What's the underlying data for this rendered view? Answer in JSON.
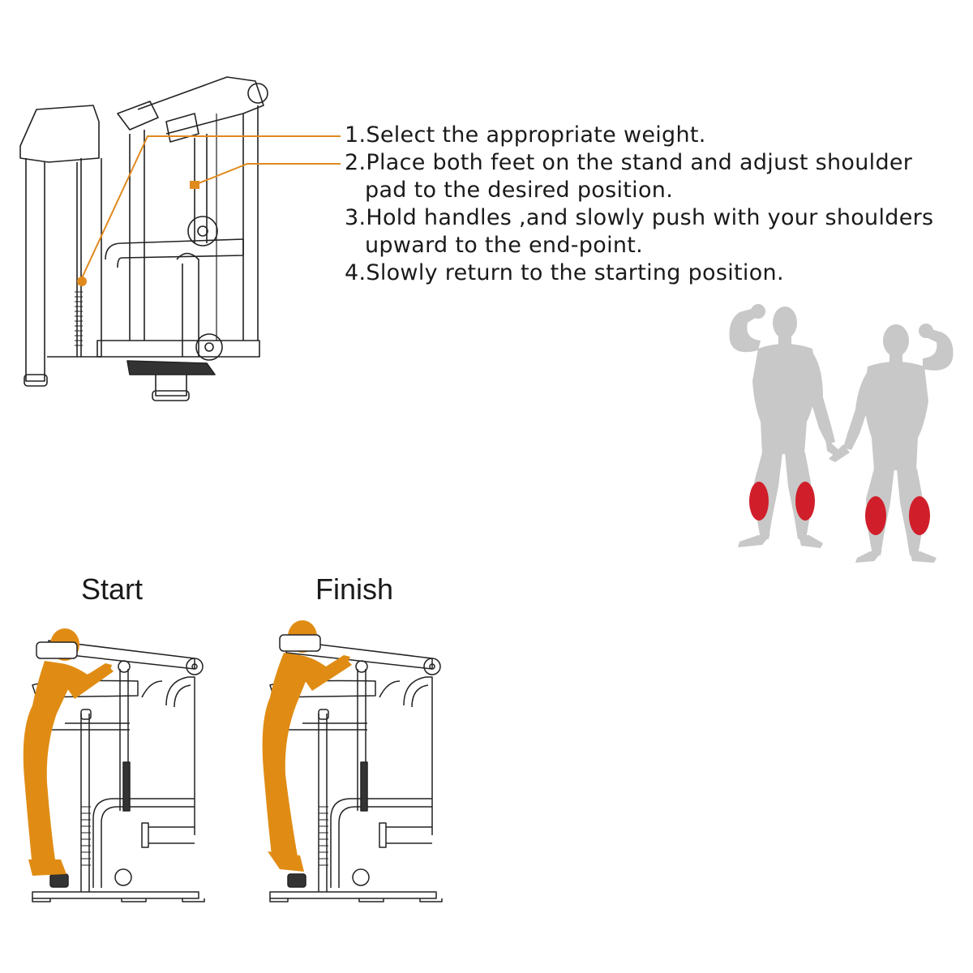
{
  "instructions": {
    "steps": [
      {
        "num": "1.",
        "line1": "Select the appropriate weight.",
        "line2": ""
      },
      {
        "num": "2.",
        "line1": "Place both feet on the stand and adjust shoulder",
        "line2": "pad to the desired position."
      },
      {
        "num": "3.",
        "line1": "Hold handles ,and slowly push with your shoulders",
        "line2": "upward to the end-point."
      },
      {
        "num": "4.",
        "line1": "Slowly return to the starting position.",
        "line2": ""
      }
    ]
  },
  "positions": {
    "start_label": "Start",
    "finish_label": "Finish"
  },
  "colors": {
    "callout": "#e08a1e",
    "figure": "#e08c14",
    "muscle_highlight": "#d01f2a",
    "anatomy_body": "#c8c8c8",
    "line_art": "#222222"
  },
  "icons": {
    "machine": "standing-calf-raise-machine-illustration",
    "anatomy": "anatomy-front-back-figures",
    "start_pose": "start-position-figure",
    "finish_pose": "finish-position-figure"
  }
}
